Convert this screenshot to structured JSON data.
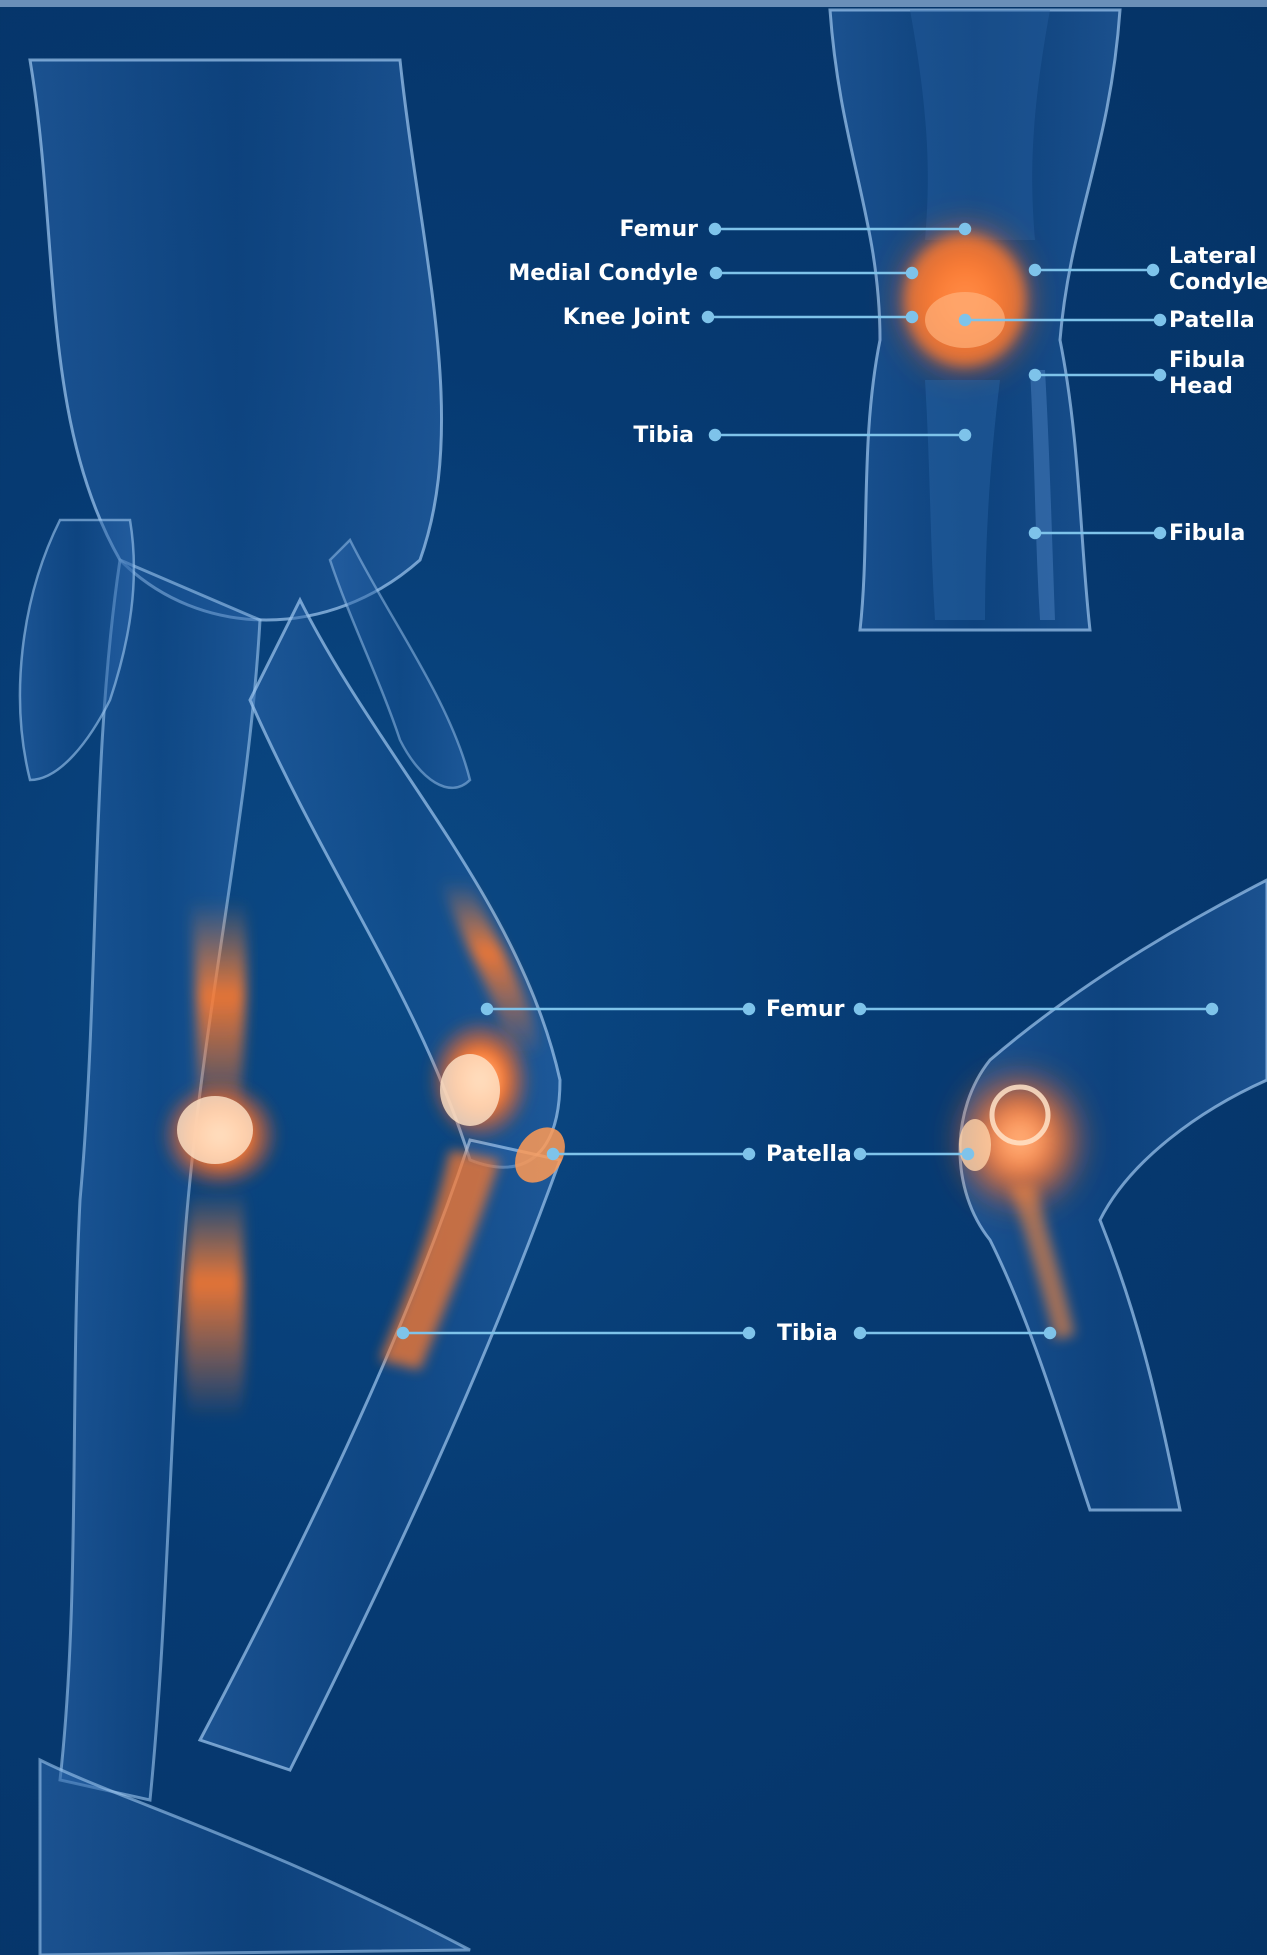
{
  "colors": {
    "background": "#063a72",
    "leader_line": "#7ec3ea",
    "bone_glow": "#ff7a2e",
    "body_outline": "#9fc8f0"
  },
  "top_diagram": {
    "femur": "Femur",
    "medial_condyle": "Medial Condyle",
    "knee_joint": "Knee Joint",
    "tibia": "Tibia",
    "lateral_condyle": [
      "Lateral",
      "Condyle"
    ],
    "patella": "Patella",
    "fibula_head": [
      "Fibula",
      "Head"
    ],
    "fibula": "Fibula"
  },
  "bottom_diagram": {
    "femur": "Femur",
    "patella": "Patella",
    "tibia": "Tibia"
  }
}
